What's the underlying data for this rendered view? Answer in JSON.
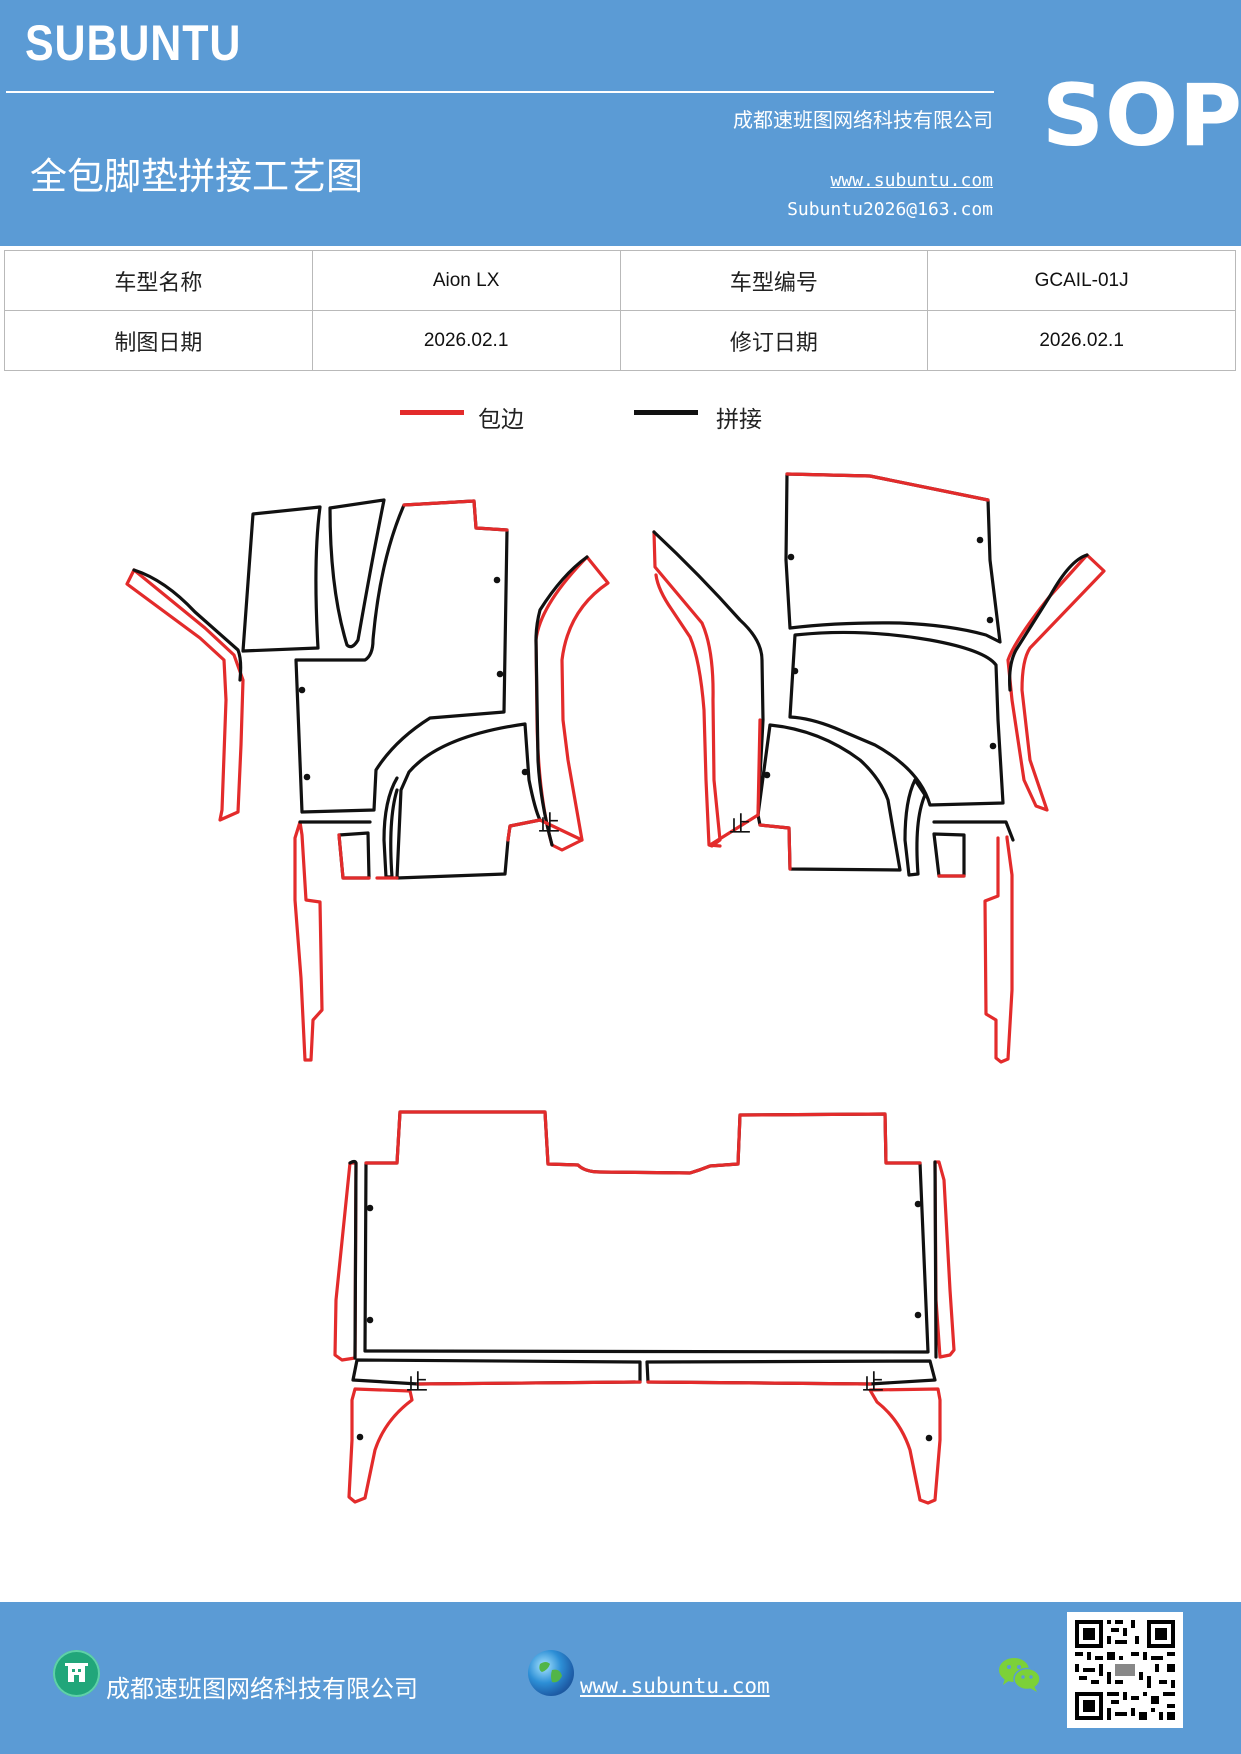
{
  "header": {
    "brand": "SUBUNTU",
    "company": "成都速班图网络科技有限公司",
    "website": "www.subuntu.com",
    "email": "Subuntu2026@163.com",
    "doc_type": "SOP",
    "title": "全包脚垫拼接工艺图"
  },
  "info_table": {
    "model_name_label": "车型名称",
    "model_name_value": "Aion LX",
    "model_code_label": "车型编号",
    "model_code_value": "GCAIL-01J",
    "draw_date_label": "制图日期",
    "draw_date_value": "2026.02.1",
    "revise_date_label": "修订日期",
    "revise_date_value": "2026.02.1"
  },
  "legend": {
    "edge_label": "包边",
    "edge_color": "#e32b2b",
    "join_label": "拼接",
    "join_color": "#111111"
  },
  "diagram": {
    "stop_mark": "止"
  },
  "footer": {
    "company": "成都速班图网络科技有限公司",
    "website": "www.subuntu.com",
    "icons": [
      "building-icon",
      "globe-icon",
      "wechat-icon",
      "qr-code"
    ]
  }
}
